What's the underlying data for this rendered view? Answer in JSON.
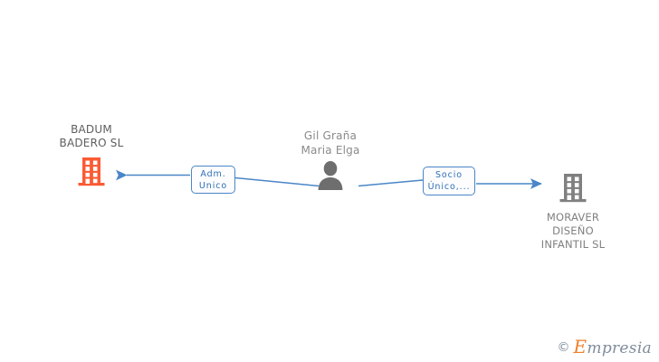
{
  "diagram": {
    "type": "corporate-relationship-graph",
    "background": "#ffffff",
    "colors": {
      "company_active": "#fb5b33",
      "company_inactive": "#808080",
      "person": "#6e6e6e",
      "edge": "#4a86c8",
      "relation_text": "#2f6fb5",
      "label_text": "#5e5e5e",
      "watermark_accent": "#ef7f2a",
      "watermark_text": "#7f8c9b"
    },
    "nodes": [
      {
        "id": "badum",
        "kind": "company",
        "icon": "building-icon",
        "color": "#fb5b33",
        "label": "BADUM\nBADERO  SL"
      },
      {
        "id": "person",
        "kind": "person",
        "icon": "person-icon",
        "color": "#6e6e6e",
        "label": "Gil Graña\nMaria Elga"
      },
      {
        "id": "moraver",
        "kind": "company",
        "icon": "building-icon",
        "color": "#808080",
        "label": "MORAVER\nDISEÑO\nINFANTIL  SL"
      }
    ],
    "edges": [
      {
        "id": "edge-adm",
        "from": "person",
        "to": "badum",
        "direction": "left",
        "relation": "Adm.\nUnico"
      },
      {
        "id": "edge-socio",
        "from": "person",
        "to": "moraver",
        "direction": "right",
        "relation": "Socio\nÚnico,..."
      }
    ]
  },
  "watermark": {
    "copyright": "©",
    "brand_first": "E",
    "brand_rest": "mpresia"
  }
}
